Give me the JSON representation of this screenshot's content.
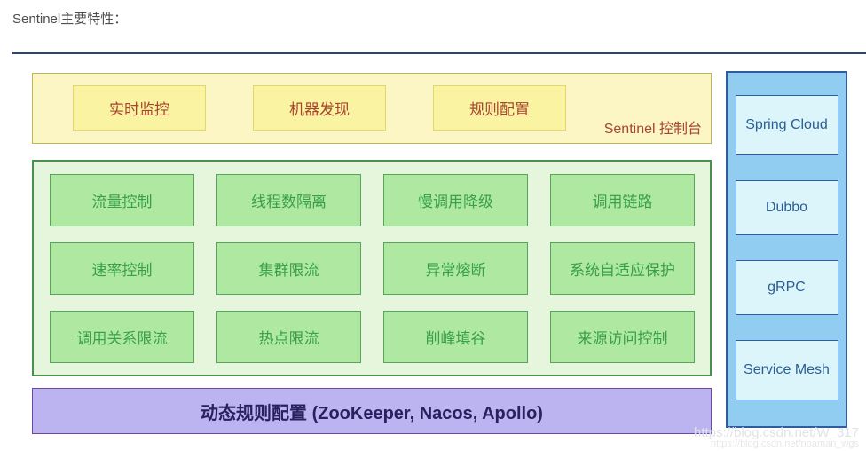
{
  "page": {
    "title": "Sentinel主要特性：",
    "watermark_line1": "https://blog.csdn.net/W_317",
    "watermark_line2": "https://blog.csdn.net/noaman_wgs"
  },
  "console": {
    "label": "Sentinel 控制台",
    "buttons": [
      "实时监控",
      "机器发现",
      "规则配置"
    ]
  },
  "features": {
    "rows": [
      [
        "流量控制",
        "线程数隔离",
        "慢调用降级",
        "调用链路"
      ],
      [
        "速率控制",
        "集群限流",
        "异常熔断",
        "系统自适应保护"
      ],
      [
        "调用关系限流",
        "热点限流",
        "削峰填谷",
        "来源访问控制"
      ]
    ]
  },
  "dynamic_rules": {
    "label": "动态规则配置 (ZooKeeper, Nacos, Apollo)"
  },
  "integrations": {
    "items": [
      "Spring Cloud",
      "Dubbo",
      "gRPC",
      "Service Mesh"
    ]
  },
  "colors": {
    "console_fill": "#fbf6c3",
    "console_button_fill": "#faf3a1",
    "console_text": "#a8442f",
    "features_fill": "#e6f6dc",
    "feature_cell_fill": "#afe8a0",
    "feature_text": "#39a04a",
    "rules_fill": "#bcb3f1",
    "rules_text": "#2a2060",
    "sidebar_fill": "#90cdf1",
    "sidebar_cell_fill": "#dbf5fa",
    "sidebar_text": "#2b5e95",
    "rule_line": "#27477a"
  }
}
